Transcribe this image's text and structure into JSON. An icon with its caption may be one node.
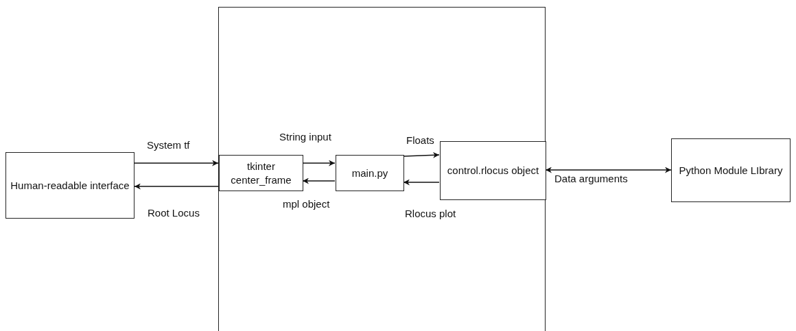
{
  "diagram": {
    "nodes": [
      {
        "text": [],
        "shape": "box"
      },
      {
        "text": [
          "Human-readable interface"
        ]
      },
      {
        "text": [
          "tkinter center_frame"
        ],
        "in": 0
      },
      {
        "text": [
          "main.py"
        ],
        "in": 0
      },
      {
        "text": [
          "control.rlocus object"
        ],
        "in": 0
      },
      {
        "text": [
          "Python Module LIbrary"
        ]
      }
    ],
    "edges": [
      {
        "from": 1,
        "to": 2,
        "arrow": "to",
        "label": "System tf"
      },
      {
        "from": 2,
        "to": 1,
        "arrow": "to",
        "label": "Root Locus"
      },
      {
        "from": 2,
        "to": 3,
        "arrow": "to",
        "label": "String input"
      },
      {
        "from": 3,
        "to": 2,
        "arrow": "to",
        "label": "mpl object"
      },
      {
        "from": 3,
        "to": 4,
        "arrow": "to",
        "label": "Floats"
      },
      {
        "from": 4,
        "to": 3,
        "arrow": "to",
        "label": "Rlocus plot"
      },
      {
        "from": 4,
        "to": 5,
        "arrow": "both",
        "label": "Data arguments"
      }
    ]
  }
}
